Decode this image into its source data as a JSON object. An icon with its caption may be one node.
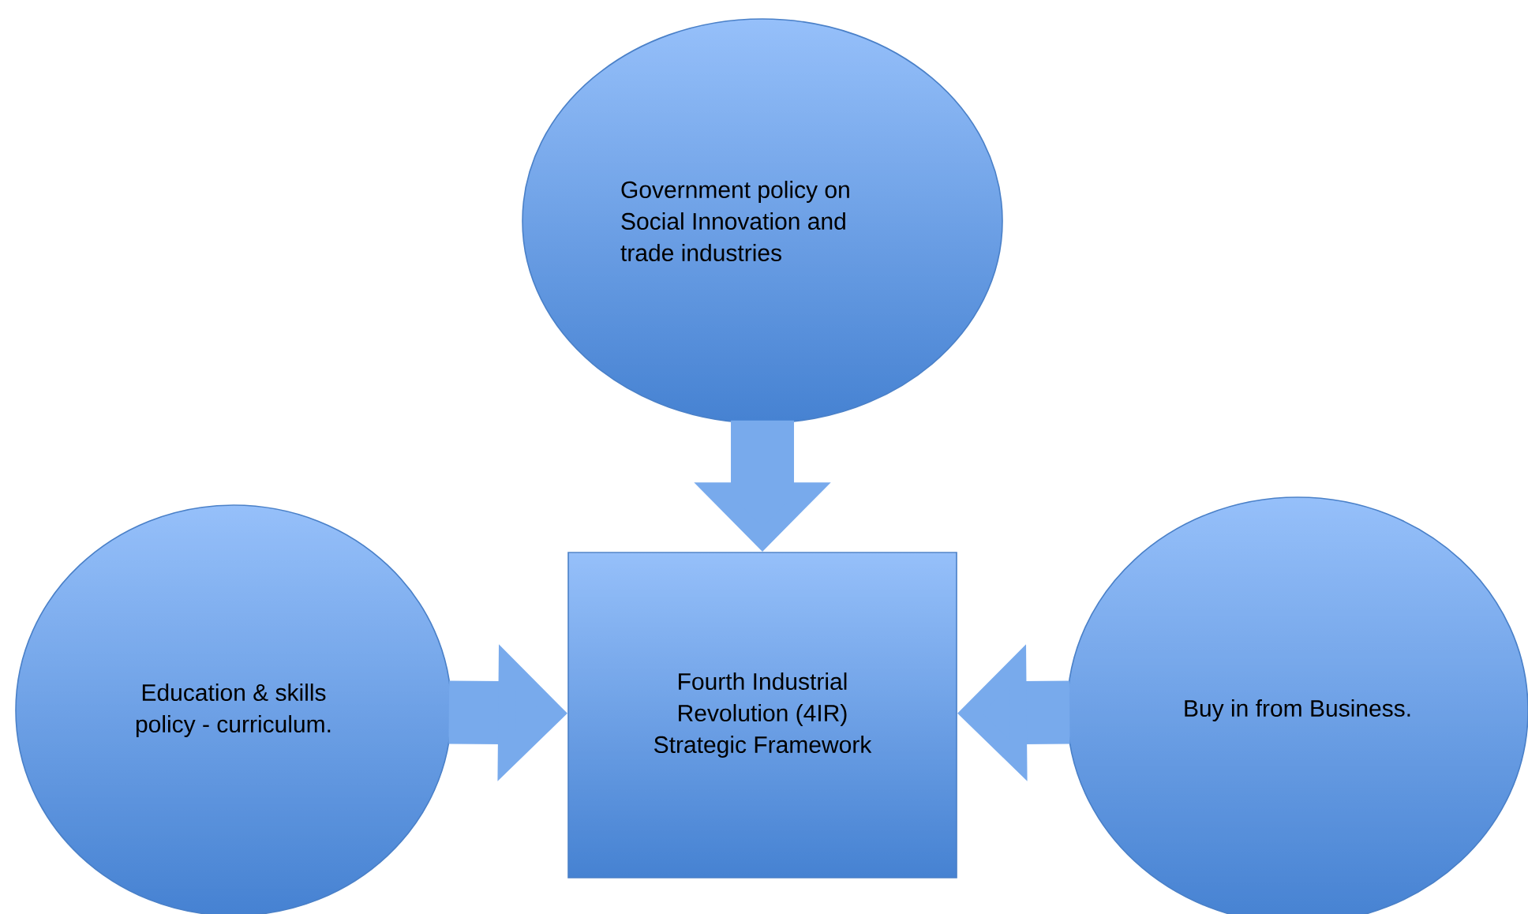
{
  "diagram": {
    "nodes": [
      {
        "text": [
          "Government policy on Social Innovation and trade industries"
        ]
      },
      {
        "text": [
          "Education & skills policy - curriculum."
        ]
      },
      {
        "text": [
          "Fourth Industrial Revolution (4IR) Strategic Framework"
        ]
      },
      {
        "text": [
          "Buy in from Business."
        ]
      }
    ],
    "edges": [
      {
        "from": 0,
        "to": 2,
        "arrow": "to"
      },
      {
        "from": 1,
        "to": 2,
        "arrow": "to"
      },
      {
        "from": 3,
        "to": 2,
        "arrow": "to"
      }
    ]
  }
}
